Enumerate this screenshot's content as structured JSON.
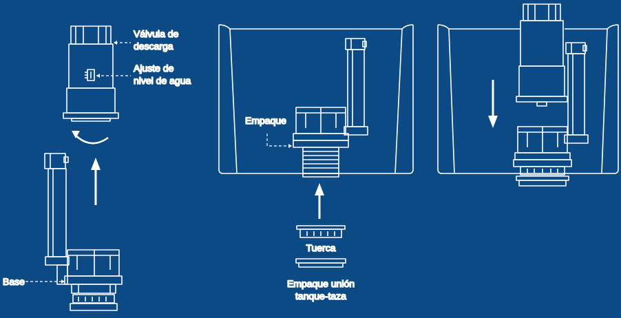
{
  "colors": {
    "background": "#0b4a84",
    "line": "#ffffff"
  },
  "labels": {
    "valve_line1": "Válvula de",
    "valve_line2": "descarga",
    "adjust_line1": "Ajuste de",
    "adjust_line2": "nivel de agua",
    "base": "Base",
    "gasket": "Empaque",
    "nut": "Tuerca",
    "union_line1": "Empaque unión",
    "union_line2": "tanque-taza"
  }
}
